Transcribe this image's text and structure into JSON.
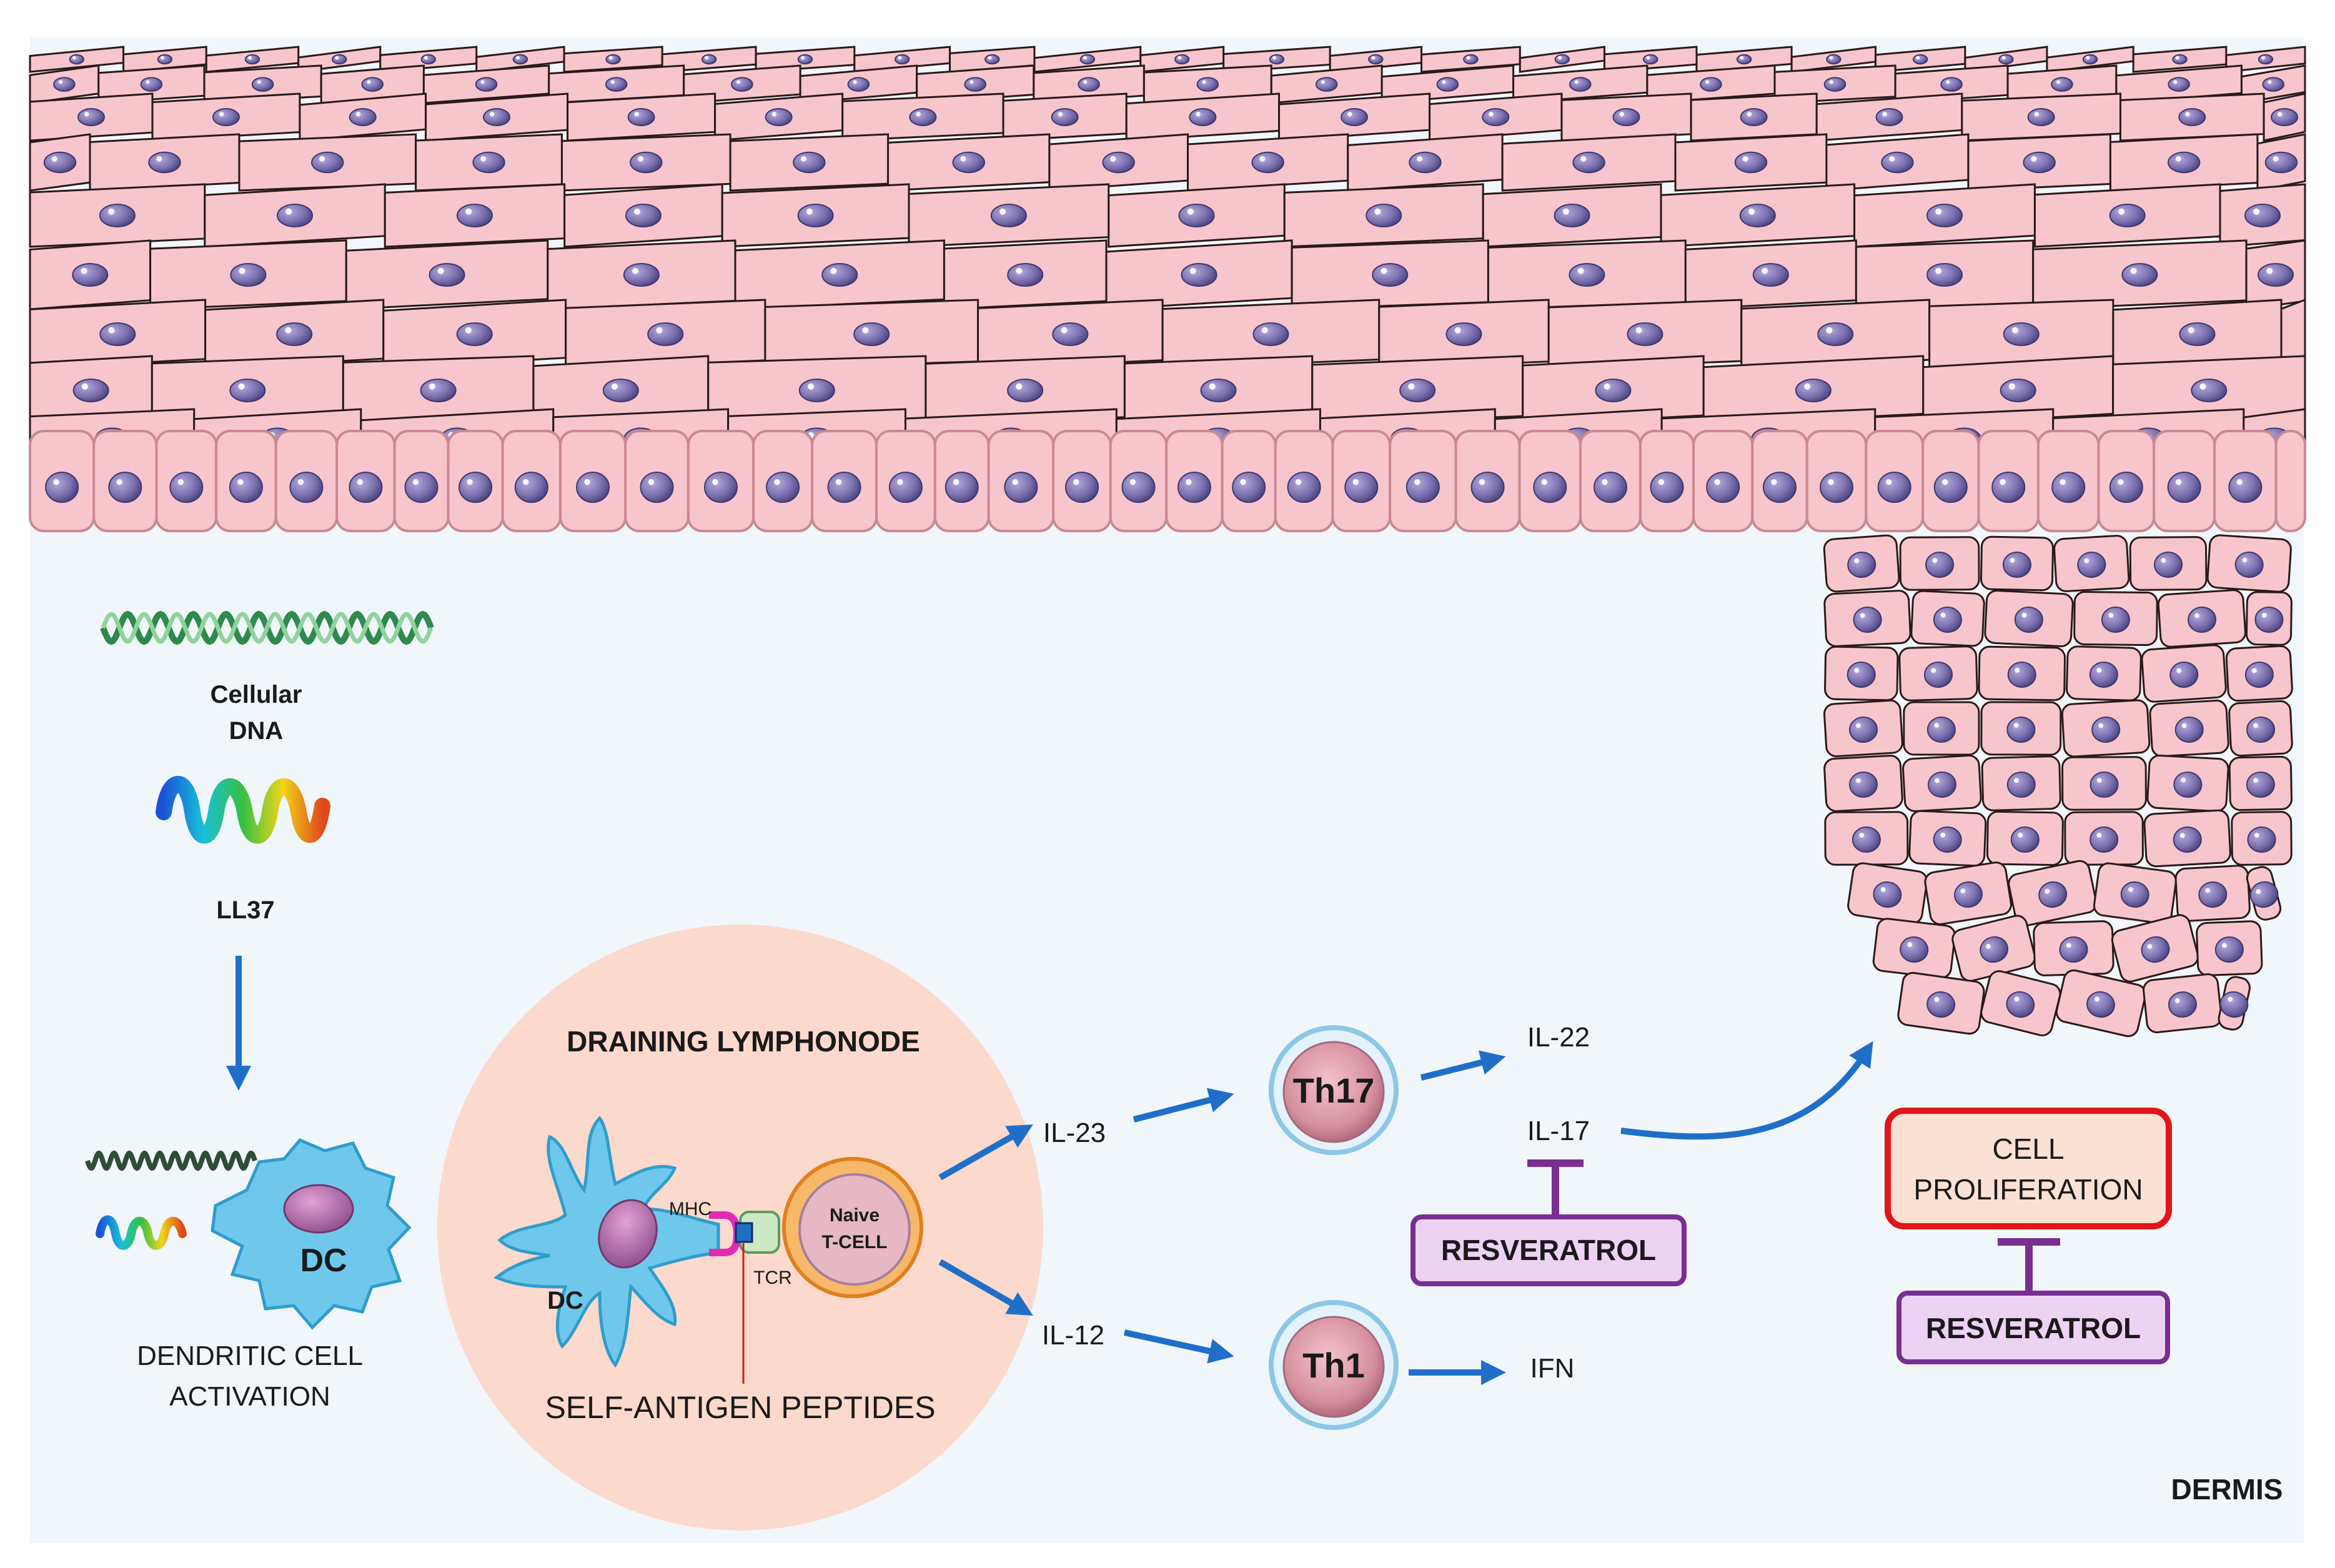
{
  "labels": {
    "cellular_dna": [
      "Cellular",
      "DNA"
    ],
    "ll37": "LL37",
    "dc": "DC",
    "dendritic_activation": [
      "DENDRITIC CELL",
      "ACTIVATION"
    ],
    "lymphonode_title": "DRAINING LYMPHONODE",
    "mhc": "MHC",
    "tcr": "TCR",
    "naive_tcell": [
      "Naive",
      "T-CELL"
    ],
    "dc_node": "DC",
    "self_antigen": "SELF-ANTIGEN PEPTIDES",
    "il23": "IL-23",
    "il12": "IL-12",
    "th17": "Th17",
    "th1": "Th1",
    "il22": "IL-22",
    "il17": "IL-17",
    "ifn": "IFN",
    "resveratrol_1": "RESVERATROL",
    "cell_proliferation": [
      "CELL",
      "PROLIFERATION"
    ],
    "resveratrol_2": "RESVERATROL",
    "dermis": "DERMIS"
  },
  "colors": {
    "background": "#f1f6fb",
    "keratinocyte": "#f7c6cc",
    "keratinocyte_edge": "#2a1a1a",
    "nucleus": "#7d72b0",
    "arrow": "#1f6fc9",
    "inhibitor": "#7a2e91",
    "inhibitor_box": "#ecd2f3",
    "proliferation_border": "#e0161c",
    "proliferation_fill": "#fbe1d3",
    "lymphonode": "#fbd9cc",
    "dendritic_cell": "#6fc8ec",
    "dna": "#2e8a4d"
  }
}
